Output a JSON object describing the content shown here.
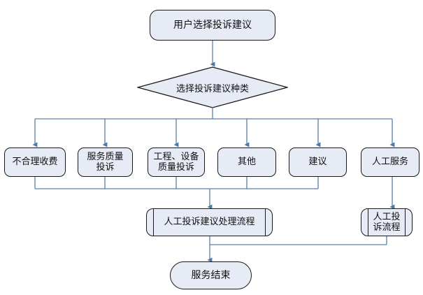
{
  "diagram": {
    "title_node": {
      "label": "用户选择投诉建议"
    },
    "decision": {
      "label": "选择投诉建议种类"
    },
    "options": [
      {
        "label": "不合理收费"
      },
      {
        "label": "服务质量\n投诉"
      },
      {
        "label": "工程、设备\n质量投诉"
      },
      {
        "label": "其他"
      },
      {
        "label": "建议"
      },
      {
        "label": "人工服务"
      }
    ],
    "processes": [
      {
        "label": "人工投诉建议处理流程"
      },
      {
        "label": "人工投\n诉流程"
      }
    ],
    "end_node": {
      "label": "服务结束"
    },
    "colors": {
      "node_fill": "#e6ebf5",
      "node_border": "#1a1a1a",
      "connector": "#5b81a8",
      "text": "#111111",
      "background": "#ffffff"
    }
  }
}
